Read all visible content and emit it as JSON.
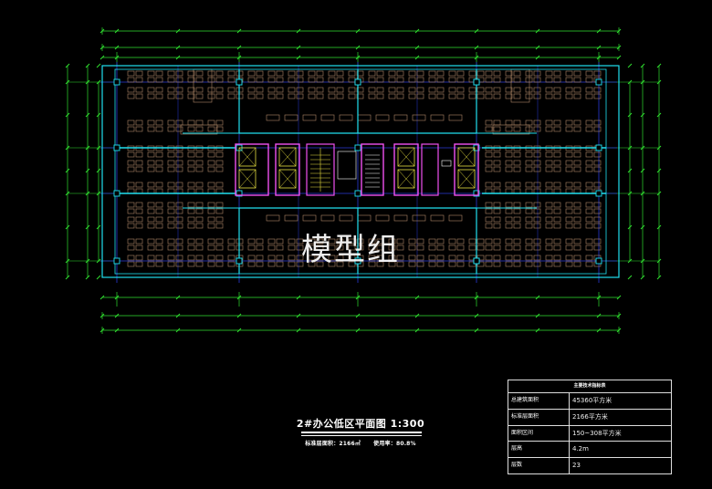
{
  "drawing": {
    "title": "2#办公低区平面图  1:300",
    "subtitle_area": "标准层面积：2166㎡",
    "subtitle_ratio": "使用率：80.8%",
    "watermark": "模型组"
  },
  "table": {
    "header": "主要技术指标表",
    "rows": [
      {
        "k": "总建筑面积",
        "v": "45360平方米"
      },
      {
        "k": "标准层面积",
        "v": "2166平方米"
      },
      {
        "k": "面积区间",
        "v": "150~308平方米"
      },
      {
        "k": "层高",
        "v": "4.2m"
      },
      {
        "k": "层数",
        "v": "23"
      }
    ]
  },
  "colors": {
    "outline": "#20e0f0",
    "grid": "#2a3ad8",
    "dimension": "#30e030",
    "furniture": "#b08868",
    "core": "#f050f0",
    "core_fill": "#e8e040",
    "background": "#000000"
  }
}
